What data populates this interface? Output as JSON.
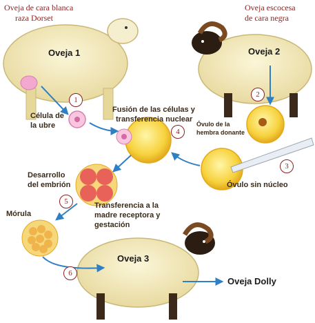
{
  "labels": {
    "sheep1_desc_line1": "Oveja de cara blanca",
    "sheep1_desc_line2": "raza Dorset",
    "sheep1_name": "Oveja 1",
    "sheep2_desc_line1": "Oveja escocesa",
    "sheep2_desc_line2": "de cara negra",
    "sheep2_name": "Oveja 2",
    "udder_cell_line1": "Célula de",
    "udder_cell_line2": "la ubre",
    "fusion_line1": "Fusión de las células y",
    "fusion_line2": "transferencia nuclear",
    "donor_egg_line1": "Óvulo de la",
    "donor_egg_line2": "hembra donante",
    "enucleated_egg": "Óvulo sin núcleo",
    "embryo_dev_line1": "Desarrollo",
    "embryo_dev_line2": "del embrión",
    "transfer_line1": "Transferencia a la",
    "transfer_line2": "madre receptora y",
    "transfer_line3": "gestación",
    "morula": "Mórula",
    "sheep3_name": "Oveja 3",
    "result": "Oveja Dolly"
  },
  "steps": [
    "1",
    "2",
    "3",
    "4",
    "5",
    "6"
  ],
  "colors": {
    "arrow": "#2e7fc4",
    "step_circle": "#8b1f1f",
    "egg_yellow": "#f7d23e",
    "cell_pink": "#f3a9cf",
    "embryo_cell": "#e8625a",
    "sheep_wool": "#f3ecc0",
    "horn": "#7a4a23"
  }
}
